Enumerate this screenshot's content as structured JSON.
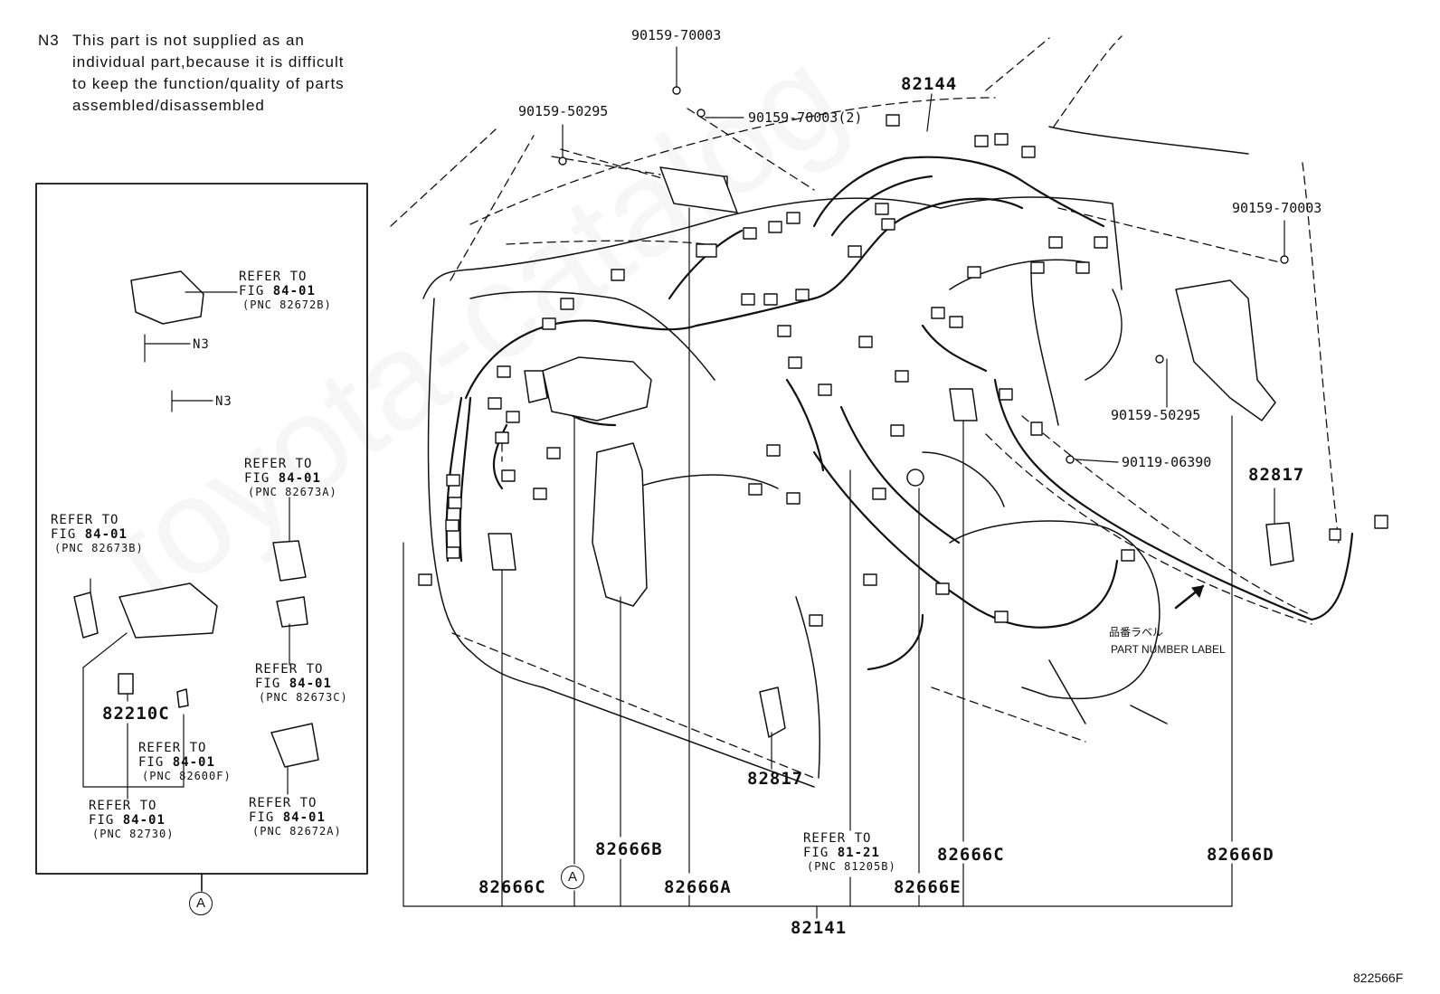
{
  "note": {
    "code": "N3",
    "lines": [
      "This part is not supplied as an",
      "individual part,because it is difficult",
      "to keep the function/quality of parts",
      "assembled/disassembled"
    ]
  },
  "parts_top": {
    "p1": "90159-70003",
    "p2": "90159-50295",
    "p3": "90159-70003(2)",
    "p4": "82144",
    "p5": "90159-70003",
    "p6": "90159-50295",
    "p7": "90119-06390",
    "p8": "82817"
  },
  "parts_bottom": {
    "p1": "82666C",
    "p2": "82666B",
    "p3": "82666A",
    "p4": "82817",
    "p5": "82666C",
    "p6": "82666E",
    "p7": "82666D",
    "p8": "82141"
  },
  "callout_a": "A",
  "label_jp": "品番ラベル",
  "label_en": "PART NUMBER LABEL",
  "refer": {
    "lead": "REFER TO",
    "fig": "FIG",
    "r1": {
      "fig": "84-01",
      "pnc": "(PNC 82672B)"
    },
    "r2": {
      "fig": "84-01",
      "pnc": "(PNC 82673A)"
    },
    "r3": {
      "fig": "84-01",
      "pnc": "(PNC 82673B)"
    },
    "r4": {
      "fig": "84-01",
      "pnc": "(PNC 82673C)"
    },
    "r5": {
      "fig": "84-01",
      "pnc": "(PNC 82600F)"
    },
    "r6": {
      "fig": "84-01",
      "pnc": "(PNC 82730)"
    },
    "r7": {
      "fig": "84-01",
      "pnc": "(PNC 82672A)"
    },
    "r8": {
      "fig": "81-21",
      "pnc": "(PNC 81205B)"
    }
  },
  "inset": {
    "n3a": "N3",
    "n3b": "N3",
    "part": "82210C"
  },
  "diagram_code": "822566F"
}
